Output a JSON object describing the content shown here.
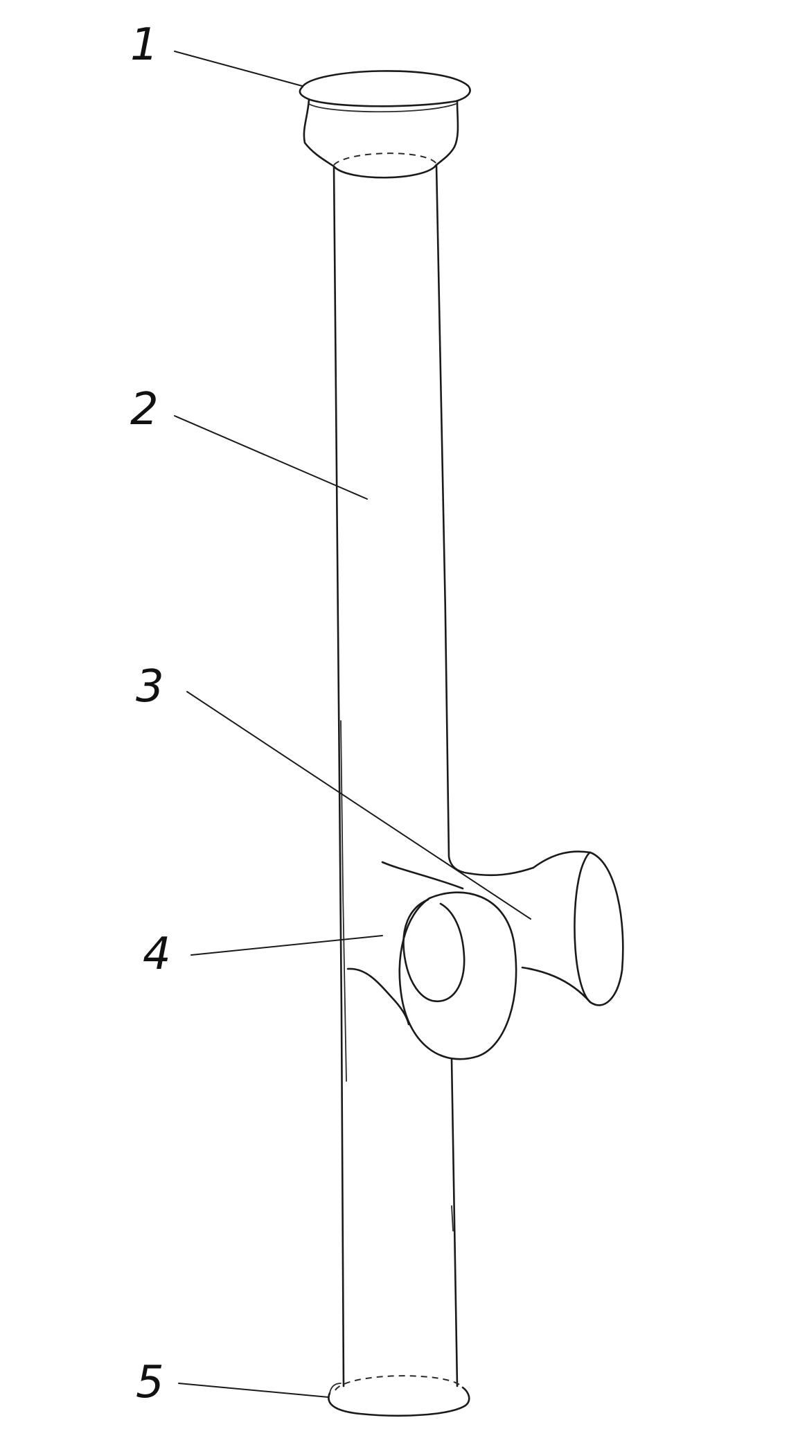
{
  "figure": {
    "callouts": [
      {
        "id": "1",
        "text": "1"
      },
      {
        "id": "2",
        "text": "2"
      },
      {
        "id": "3",
        "text": "3"
      },
      {
        "id": "4",
        "text": "4"
      },
      {
        "id": "5",
        "text": "5"
      }
    ]
  },
  "colors": {
    "ink": "#1a1a1a",
    "paper": "#ffffff"
  }
}
